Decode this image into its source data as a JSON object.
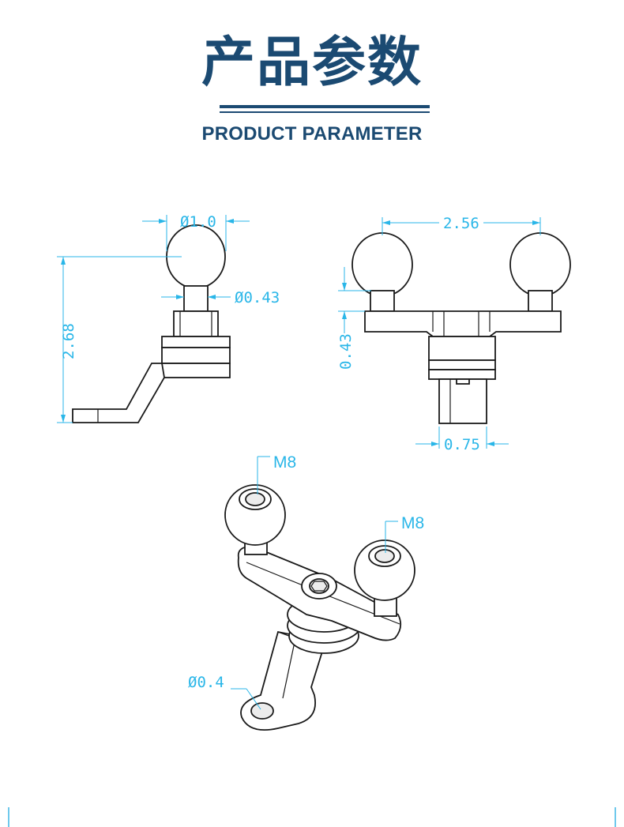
{
  "header": {
    "title_zh": "产品参数",
    "title_en": "PRODUCT PARAMETER"
  },
  "dimensions": {
    "ball_diameter": "Ø1.0",
    "neck_diameter": "Ø0.43",
    "total_height": "2.68",
    "ball_spacing": "2.56",
    "base_height": "0.43",
    "shaft_width": "0.75",
    "thread_left": "M8",
    "thread_right": "M8",
    "hole_diameter": "Ø0.4"
  },
  "colors": {
    "title": "#1b4a72",
    "dimension": "#29b6e8",
    "outline": "#1a1a1a"
  }
}
